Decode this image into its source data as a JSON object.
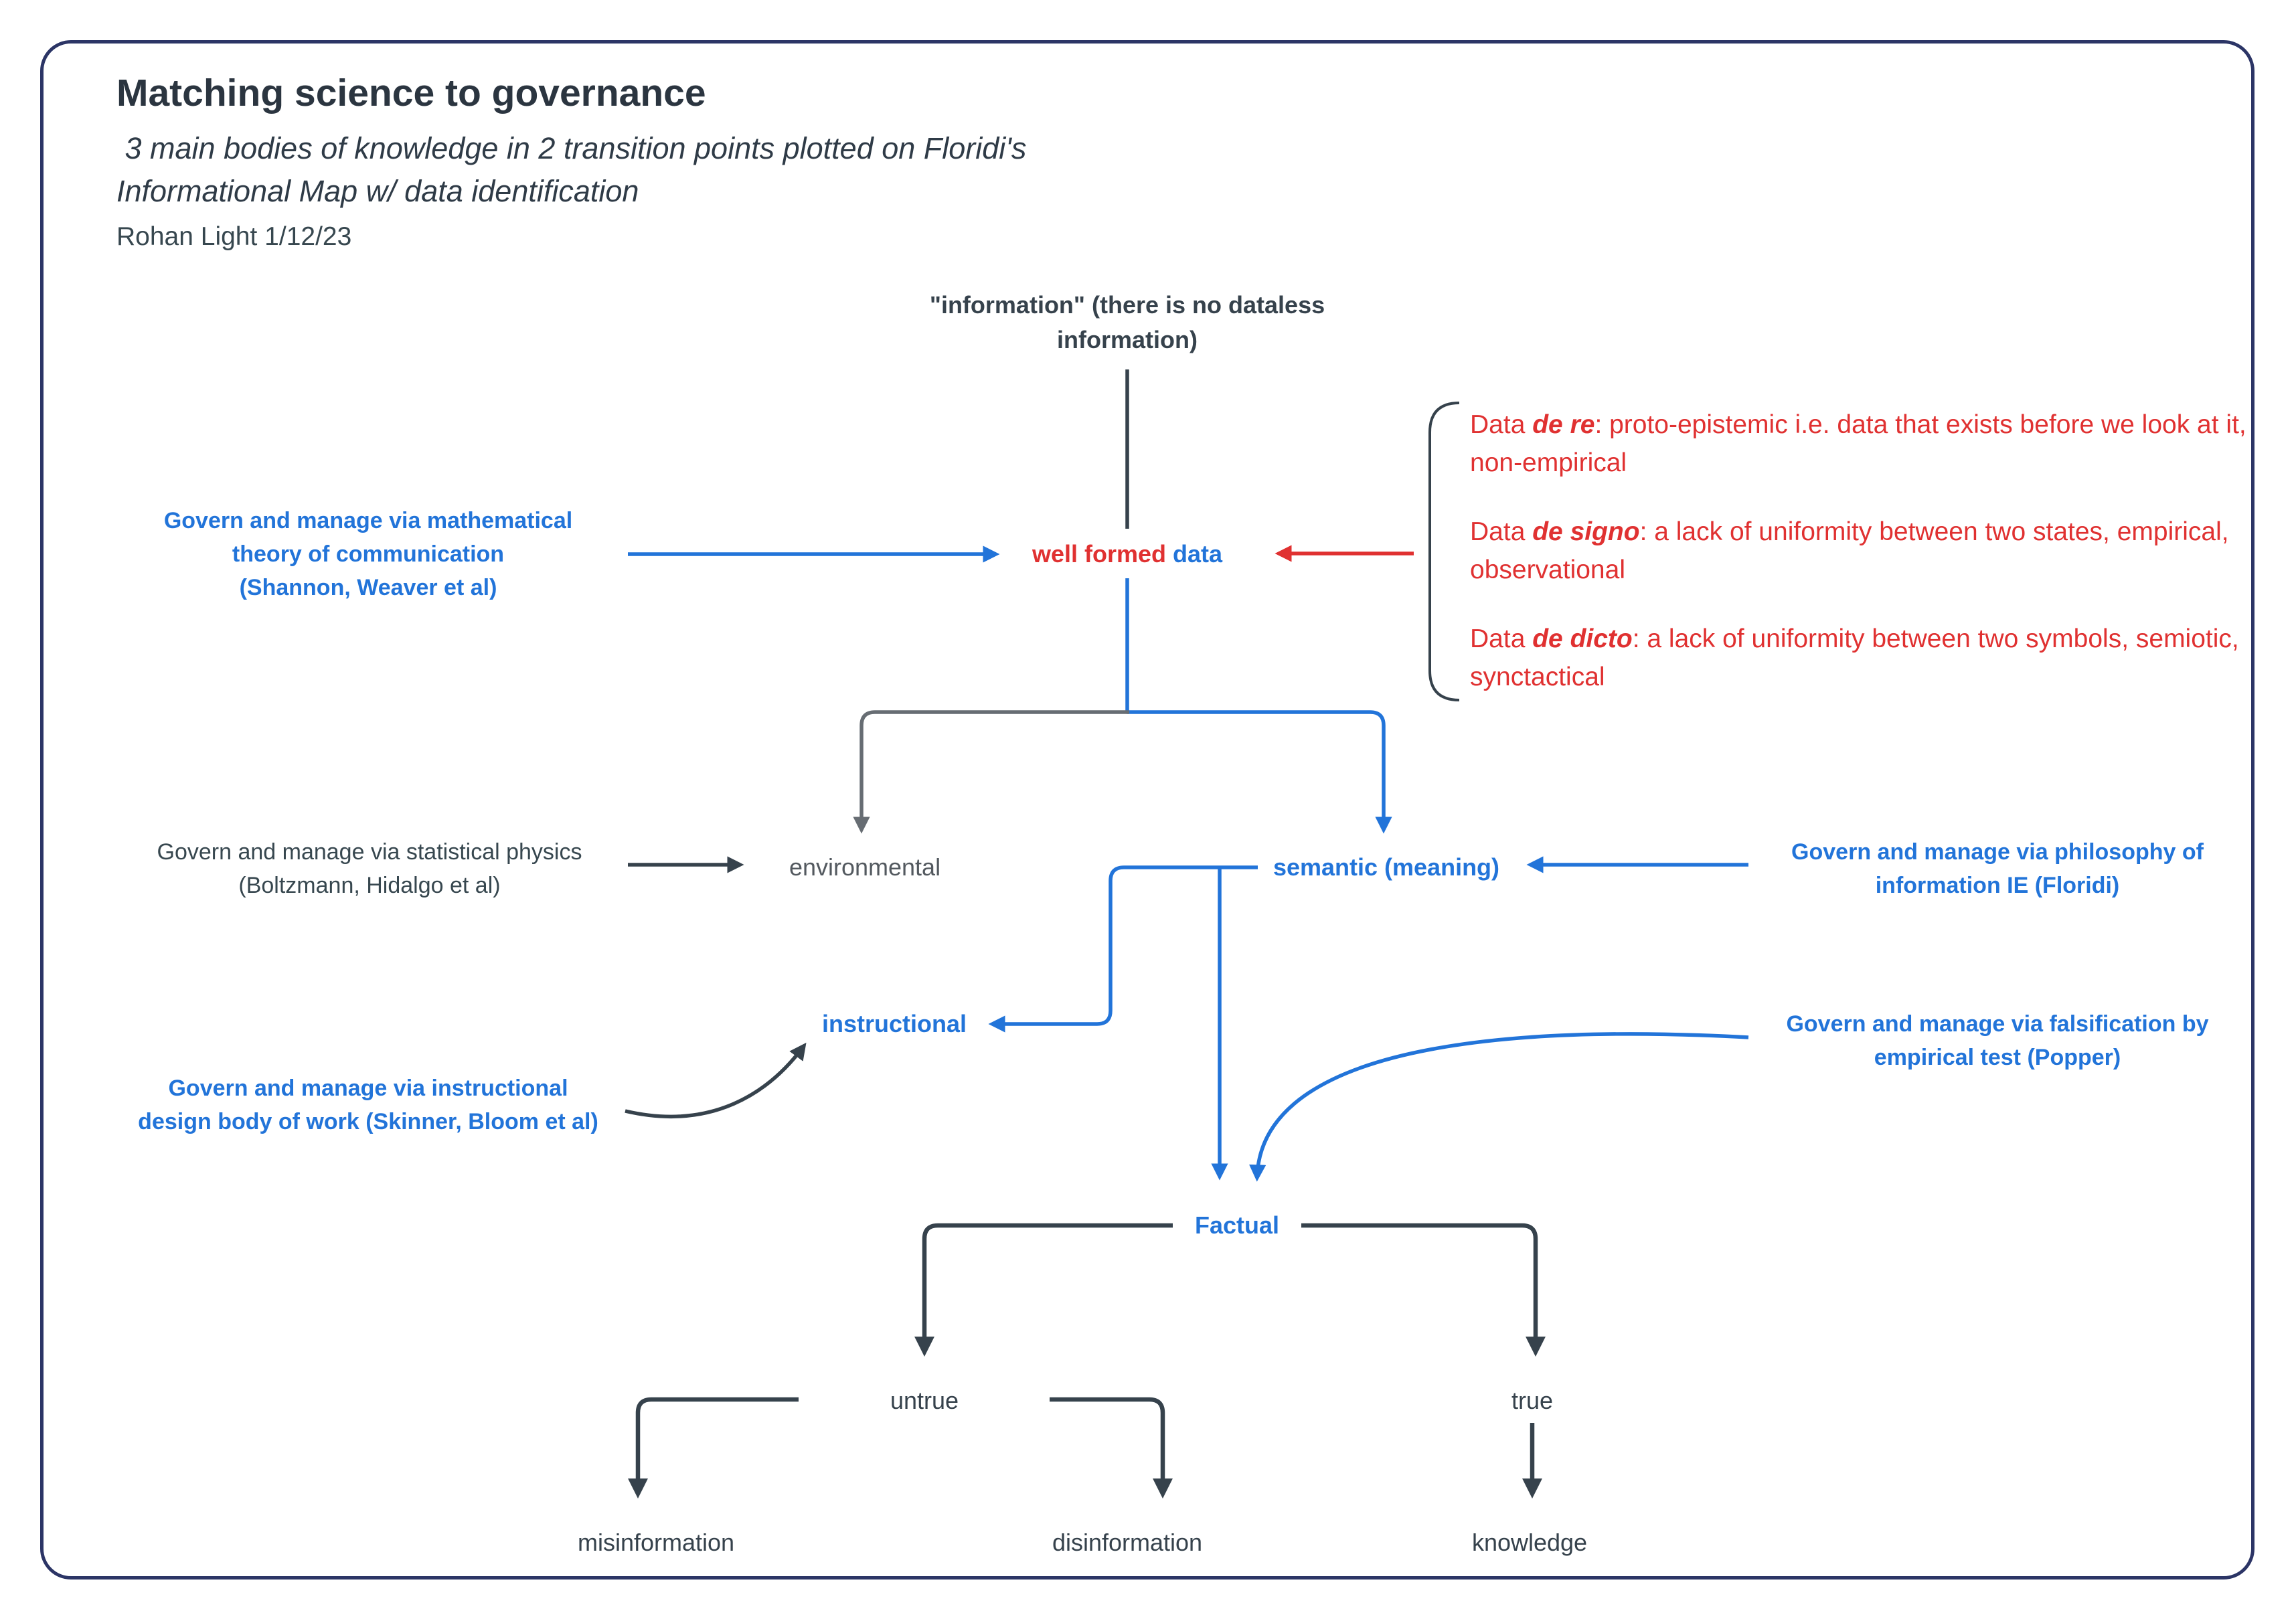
{
  "header": {
    "title": "Matching science to governance",
    "subtitle_line1": " 3 main bodies of knowledge in 2 transition points plotted on Floridi's",
    "subtitle_line2": "Informational Map w/ data identification",
    "byline": "Rohan Light 1/12/23"
  },
  "nodes": {
    "information_line1": "\"information\" (there is no dataless",
    "information_line2": "information)",
    "well_formed_part1": "well formed ",
    "well_formed_part2": "data",
    "environmental": "environmental",
    "semantic": "semantic (meaning)",
    "instructional": "instructional",
    "factual": "Factual",
    "untrue": "untrue",
    "true": "true",
    "misinformation": "misinformation",
    "disinformation": "disinformation",
    "knowledge": "knowledge"
  },
  "labels": {
    "shannon": {
      "line1": "Govern and manage via mathematical",
      "line2": "theory of communication",
      "line3": "(Shannon, Weaver et al)"
    },
    "boltzmann": {
      "line1": "Govern and manage via statistical physics",
      "line2": "(Boltzmann, Hidalgo et al)"
    },
    "floridi": {
      "line1": "Govern and manage via philosophy of",
      "line2": "information IE (Floridi)"
    },
    "popper": {
      "line1": "Govern and manage via falsification by",
      "line2": "empirical test (Popper)"
    },
    "skinner": {
      "line1": "Govern and manage via instructional",
      "line2": "design body of work (Skinner, Bloom et al)"
    }
  },
  "data_notes": [
    {
      "prefix": "Data ",
      "term": "de re",
      "rest": ": proto-epistemic i.e. data that exists before we look at it, non-empirical"
    },
    {
      "prefix": "Data ",
      "term": "de signo",
      "rest": ": a lack of uniformity between two states, empirical, observational"
    },
    {
      "prefix": "Data ",
      "term": "de dicto",
      "rest": ": a lack of uniformity between two symbols, semiotic, synctactical"
    }
  ],
  "colors": {
    "blue": "#2274d9",
    "red": "#e03131",
    "dark": "#36424c",
    "gray": "#676d73",
    "border": "#2c3566",
    "text_dark": "#2b3540"
  }
}
